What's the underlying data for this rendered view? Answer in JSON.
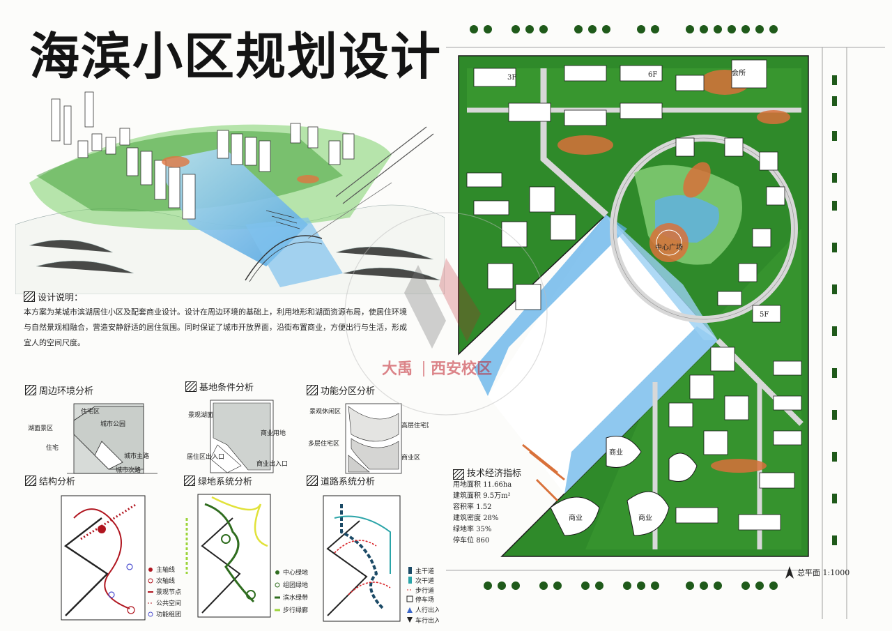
{
  "title": "海滨小区规划设计",
  "notes": {
    "heading": "设计说明：",
    "body": "本方案为某城市滨湖居住小区及配套商业设计。设计在周边环境的基础上，利用地形和湖面资源布局，使居住环境与自然景观相融合，营造安静舒适的居住氛围。同时保证了城市开放界面，沿街布置商业，方便出行与生活，形成宜人的空间尺度。"
  },
  "diagrams": {
    "surroundings": {
      "heading": "周边环境分析",
      "labels": [
        "住宅区",
        "城市公园",
        "湖面景区",
        "住宅",
        "城市主路",
        "城市次路"
      ]
    },
    "site": {
      "heading": "基地条件分析",
      "labels": [
        "景观湖面",
        "商业用地",
        "商业出入口",
        "居住区出入口"
      ]
    },
    "function": {
      "heading": "功能分区分析",
      "labels": [
        "景观休闲区",
        "高层住宅区",
        "多层住宅区",
        "商业区"
      ]
    },
    "structure": {
      "heading": "结构分析",
      "legend": [
        "主轴线",
        "次轴线",
        "景观节点",
        "公共空间",
        "功能组团"
      ]
    },
    "greenery": {
      "heading": "绿地系统分析",
      "legend": [
        "中心绿地",
        "组团绿地",
        "滨水绿带",
        "步行绿廊"
      ]
    },
    "traffic": {
      "heading": "道路系统分析",
      "legend": [
        "主干道",
        "次干道",
        "步行道",
        "停车场",
        "人行出入口",
        "车行出入口"
      ]
    }
  },
  "tech": {
    "heading": "技术经济指标",
    "rows": [
      {
        "label": "用地面积",
        "value": "11.66ha"
      },
      {
        "label": "建筑面积",
        "value": "9.5万m²"
      },
      {
        "label": "容积率",
        "value": "1.52"
      },
      {
        "label": "建筑密度",
        "value": "28%"
      },
      {
        "label": "绿地率",
        "value": "35%"
      },
      {
        "label": "停车位",
        "value": "860"
      }
    ]
  },
  "plan_labels": {
    "club": "会所",
    "commerce_a": "商业",
    "commerce_b": "商业",
    "commerce_c": "商业",
    "floors_a": "3F",
    "floors_b": "5F",
    "floors_c": "6F",
    "plaza": "中心广场"
  },
  "scale": "总平面 1:1000",
  "watermark": {
    "brand": "大禹",
    "campus": "西安校区"
  },
  "colors": {
    "green": "#2f8a2a",
    "dark_green": "#1f5a1a",
    "light_green": "#8ad17a",
    "water": "#5fb0e8",
    "orange": "#d9713a",
    "road": "#dcdcdc",
    "ink": "#1a1a1a",
    "red": "#c0202a"
  }
}
